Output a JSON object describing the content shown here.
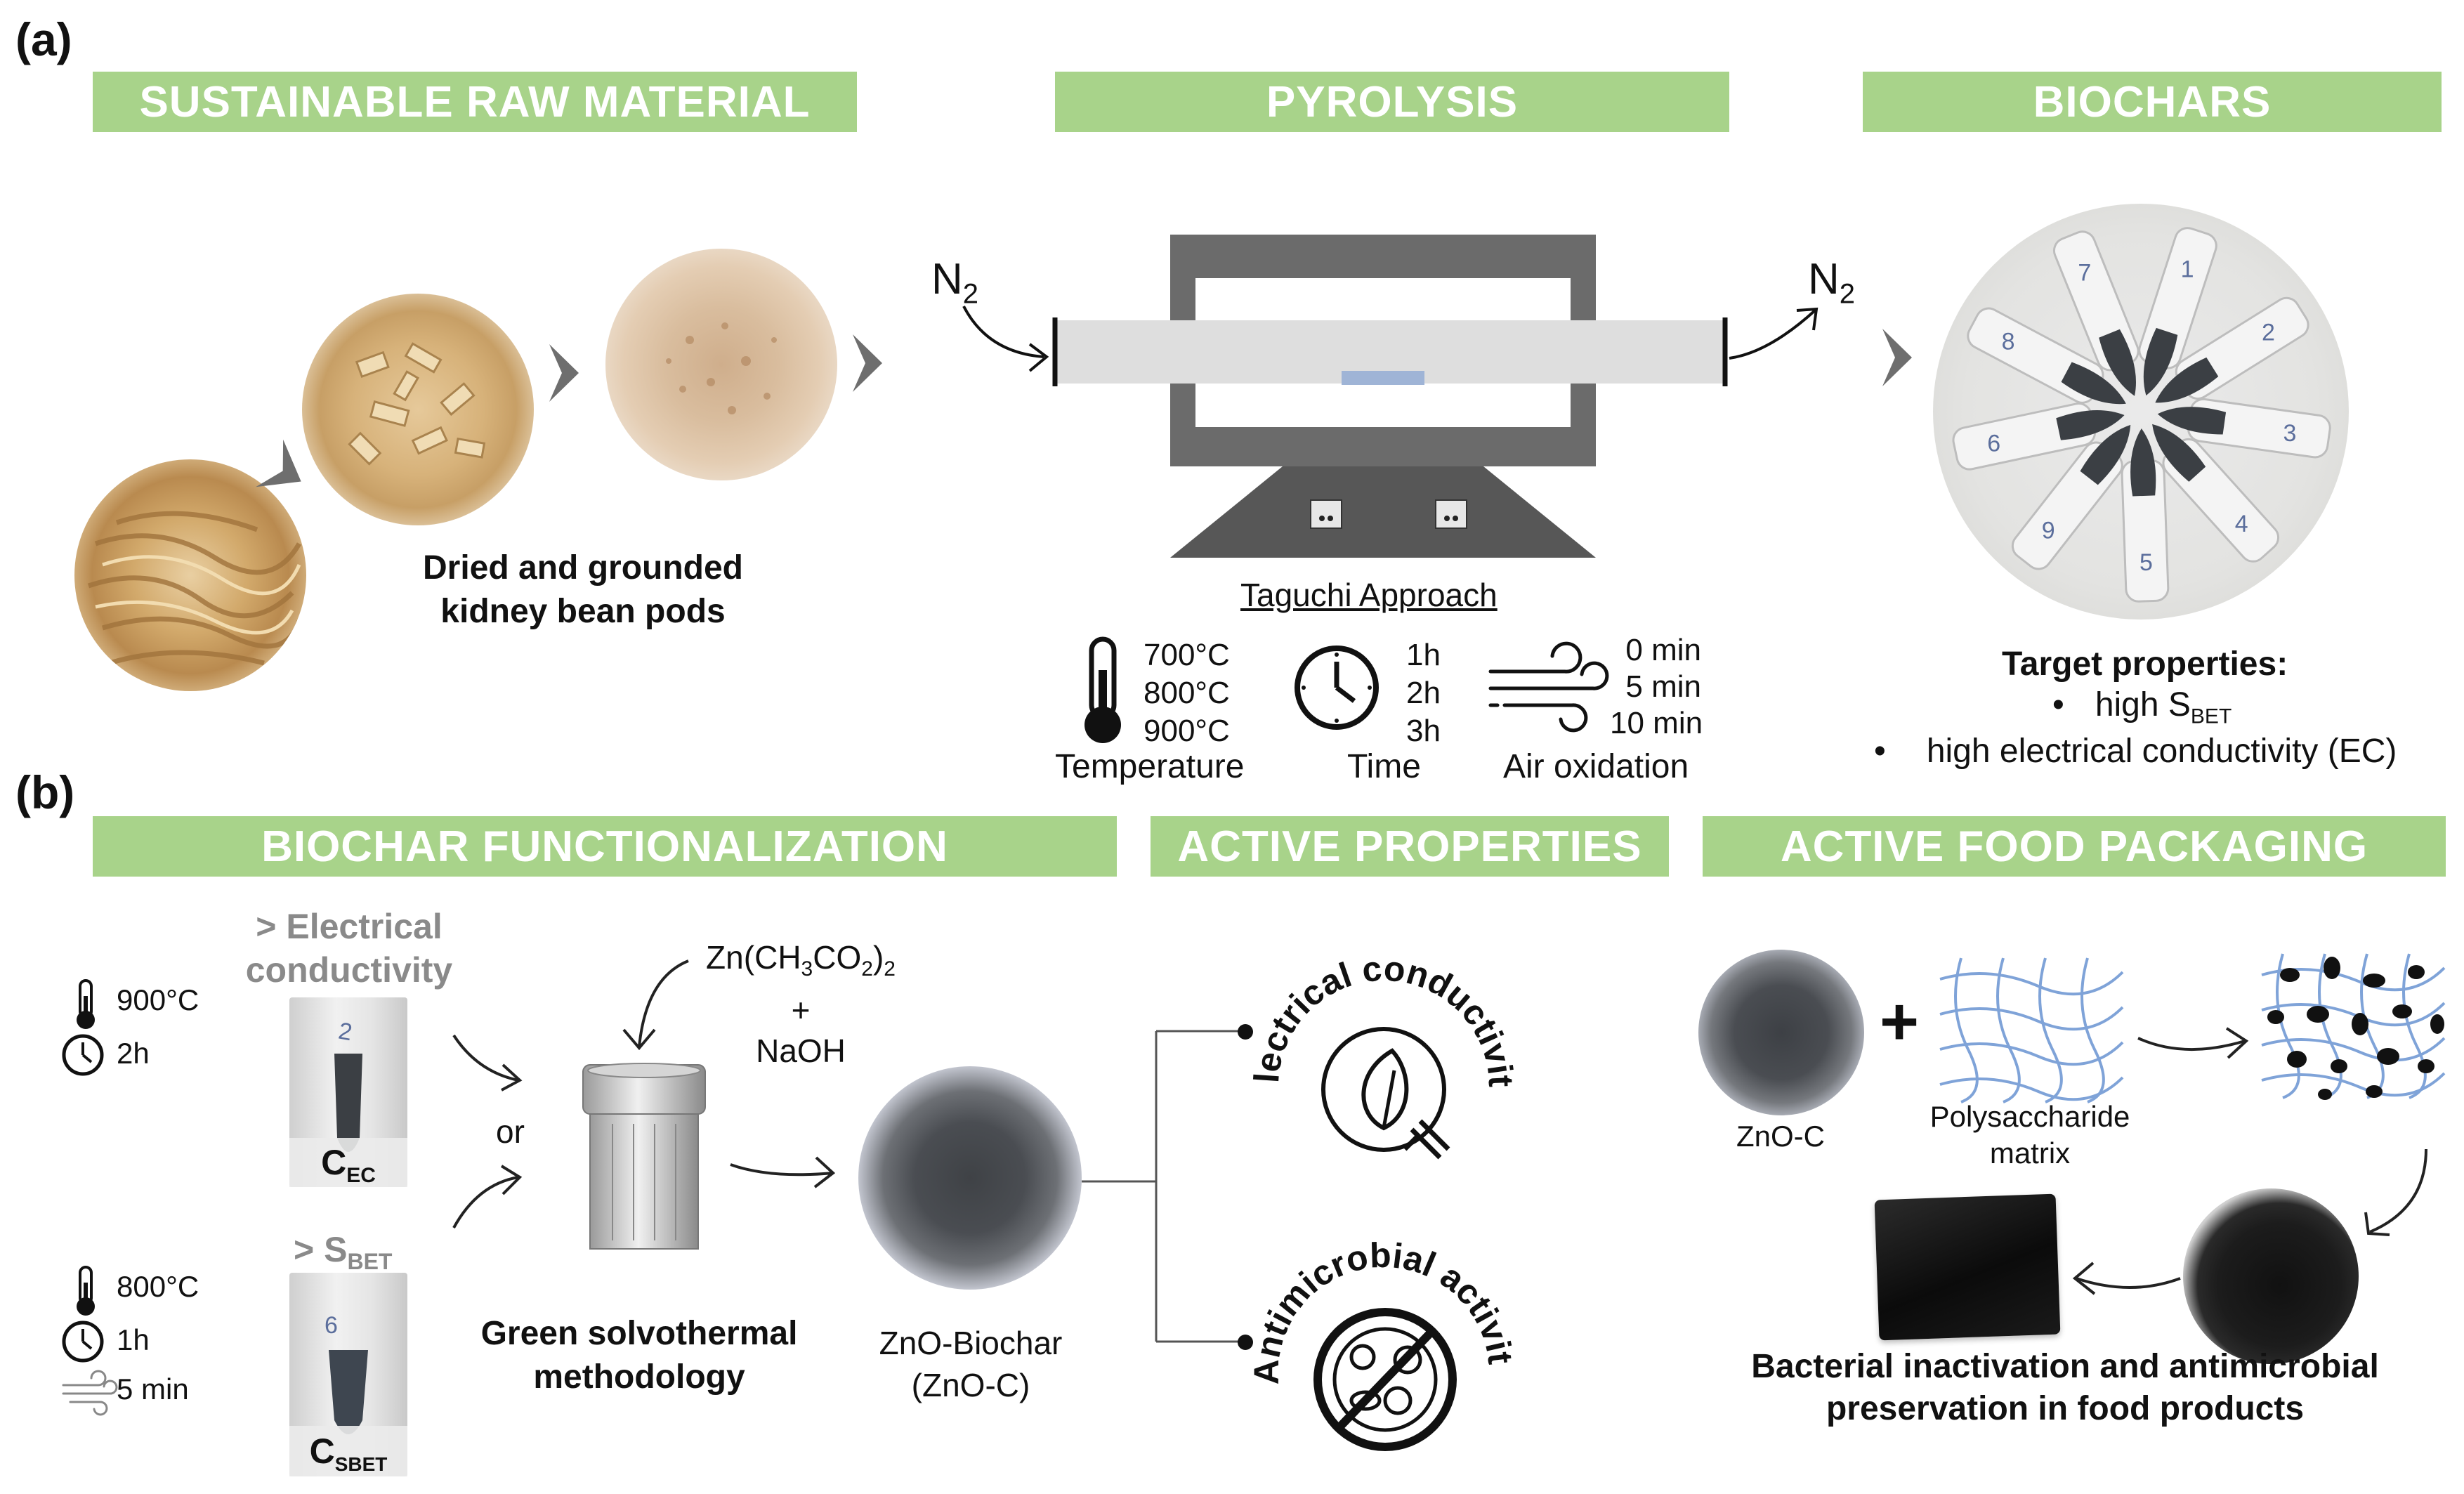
{
  "panel_a": {
    "letter": "(a)",
    "banner_raw": "SUSTAINABLE RAW MATERIAL",
    "banner_pyrolysis": "PYROLYSIS",
    "banner_biochars": "BIOCHARS",
    "pods_caption_line1": "Dried and grounded",
    "pods_caption_line2": "kidney bean pods",
    "n2_in": "N",
    "n2_in_sub": "2",
    "n2_out": "N",
    "n2_out_sub": "2",
    "taguchi": "Taguchi Approach",
    "temperatures": [
      "700°C",
      "800°C",
      "900°C"
    ],
    "temperature_label": "Temperature",
    "times": [
      "1h",
      "2h",
      "3h"
    ],
    "time_label": "Time",
    "air_times": [
      "0 min",
      "5 min",
      "10 min"
    ],
    "air_label": "Air oxidation",
    "target_title": "Target properties:",
    "target_1_pre": "high S",
    "target_1_sub": "BET",
    "target_2": "high electrical conductivity (EC)",
    "bullet": "•",
    "tube_numbers": [
      "1",
      "2",
      "3",
      "4",
      "5",
      "6",
      "7",
      "8",
      "9"
    ]
  },
  "panel_b": {
    "letter": "(b)",
    "banner_functionalization": "BIOCHAR FUNCTIONALIZATION",
    "banner_active": "ACTIVE PROPERTIES",
    "banner_packaging": "ACTIVE FOOD PACKAGING",
    "ec_temp": "900°C",
    "ec_time": "2h",
    "ec_heading_line1": "> Electrical",
    "ec_heading_line2": "conductivity",
    "ec_tube_number": "2",
    "c_ec": "C",
    "c_ec_sub": "EC",
    "sbet_temp": "800°C",
    "sbet_time": "1h",
    "sbet_air": "5 min",
    "sbet_heading_pre": "> S",
    "sbet_heading_sub": "BET",
    "sbet_tube_number": "6",
    "c_sbet": "C",
    "c_sbet_sub": "SBET",
    "or": "or",
    "reagent_1": "Zn(CH3CO2)2",
    "reagent_plus": "+",
    "reagent_2": "NaOH",
    "method_line1": "Green solvothermal",
    "method_line2": "methodology",
    "product_line1": "ZnO-Biochar",
    "product_line2": "(ZnO-C)",
    "prop_ec": "Electrical conductivity",
    "prop_anti": "Antimicrobial activity",
    "zno_c": "ZnO-C",
    "plus": "+",
    "matrix_line1": "Polysaccharide",
    "matrix_line2": "matrix",
    "final_line1": "Bacterial inactivation and antimicrobial",
    "final_line2": "preservation in food products"
  },
  "colors": {
    "banner_green": "#a8d38a",
    "furnace_gray": "#6b6b6b",
    "tube_light": "#dedede",
    "sample_blue": "#9fb4d6",
    "mesh_blue": "#7fa3d8",
    "char_dark": "#3b3f44"
  }
}
